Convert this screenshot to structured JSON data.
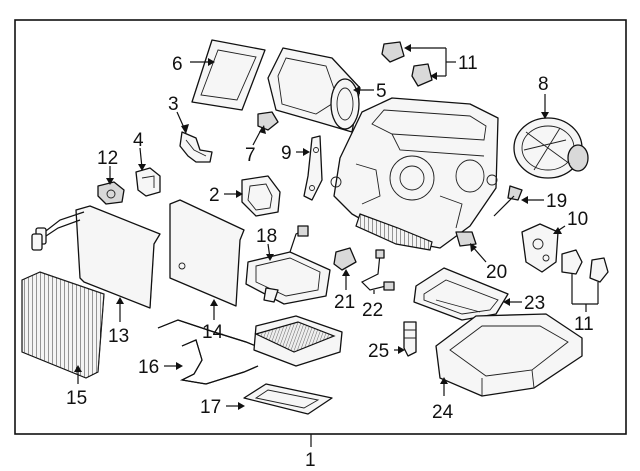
{
  "callouts": {
    "c1": "1",
    "c2": "2",
    "c3": "3",
    "c4": "4",
    "c5": "5",
    "c6": "6",
    "c7": "7",
    "c8": "8",
    "c9": "9",
    "c10": "10",
    "c11a": "11",
    "c11b": "11",
    "c12": "12",
    "c13": "13",
    "c14": "14",
    "c15": "15",
    "c16": "16",
    "c17": "17",
    "c18": "18",
    "c19": "19",
    "c20": "20",
    "c21": "21",
    "c22": "22",
    "c23": "23",
    "c24": "24",
    "c25": "25"
  }
}
